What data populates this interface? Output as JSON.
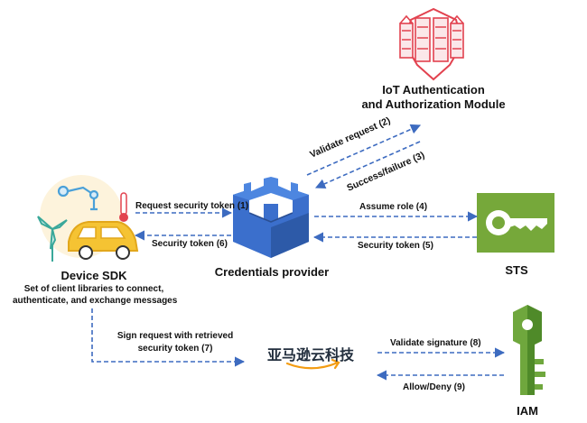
{
  "nodes": {
    "iot_auth": {
      "line1": "IoT Authentication",
      "line2": "and Authorization Module",
      "icon": "iot-firewall-icon"
    },
    "device_sdk": {
      "title": "Device SDK",
      "desc_line1": "Set of client libraries to connect,",
      "desc_line2": "authenticate, and exchange messages",
      "icon": "iot-devices-icon"
    },
    "credentials_provider": {
      "title": "Credentials provider",
      "icon": "aws-fortress-icon"
    },
    "sts": {
      "title": "STS",
      "icon": "key-icon"
    },
    "aws_logo": {
      "text": "亚马逊云科技",
      "icon": "amazon-smile-icon"
    },
    "iam": {
      "title": "IAM",
      "icon": "iam-key-icon"
    }
  },
  "edges": {
    "validate_request": "Validate request (2)",
    "success_failure": "Success/failure (3)",
    "request_security_token": "Request security token (1)",
    "security_token_6": "Security token (6)",
    "assume_role": "Assume role (4)",
    "security_token_5": "Security token (5)",
    "sign_request_line1": "Sign request with retrieved",
    "sign_request_line2": "security token (7)",
    "validate_signature": "Validate signature (8)",
    "allow_deny": "Allow/Deny  (9)"
  },
  "colors": {
    "arrow": "#3d6bc0",
    "iot_red": "#e2424f",
    "aws_blue": "#3b6fcc",
    "sts_green": "#76a83a",
    "iam_green": "#6fa73d",
    "car_yellow": "#f5c333"
  }
}
